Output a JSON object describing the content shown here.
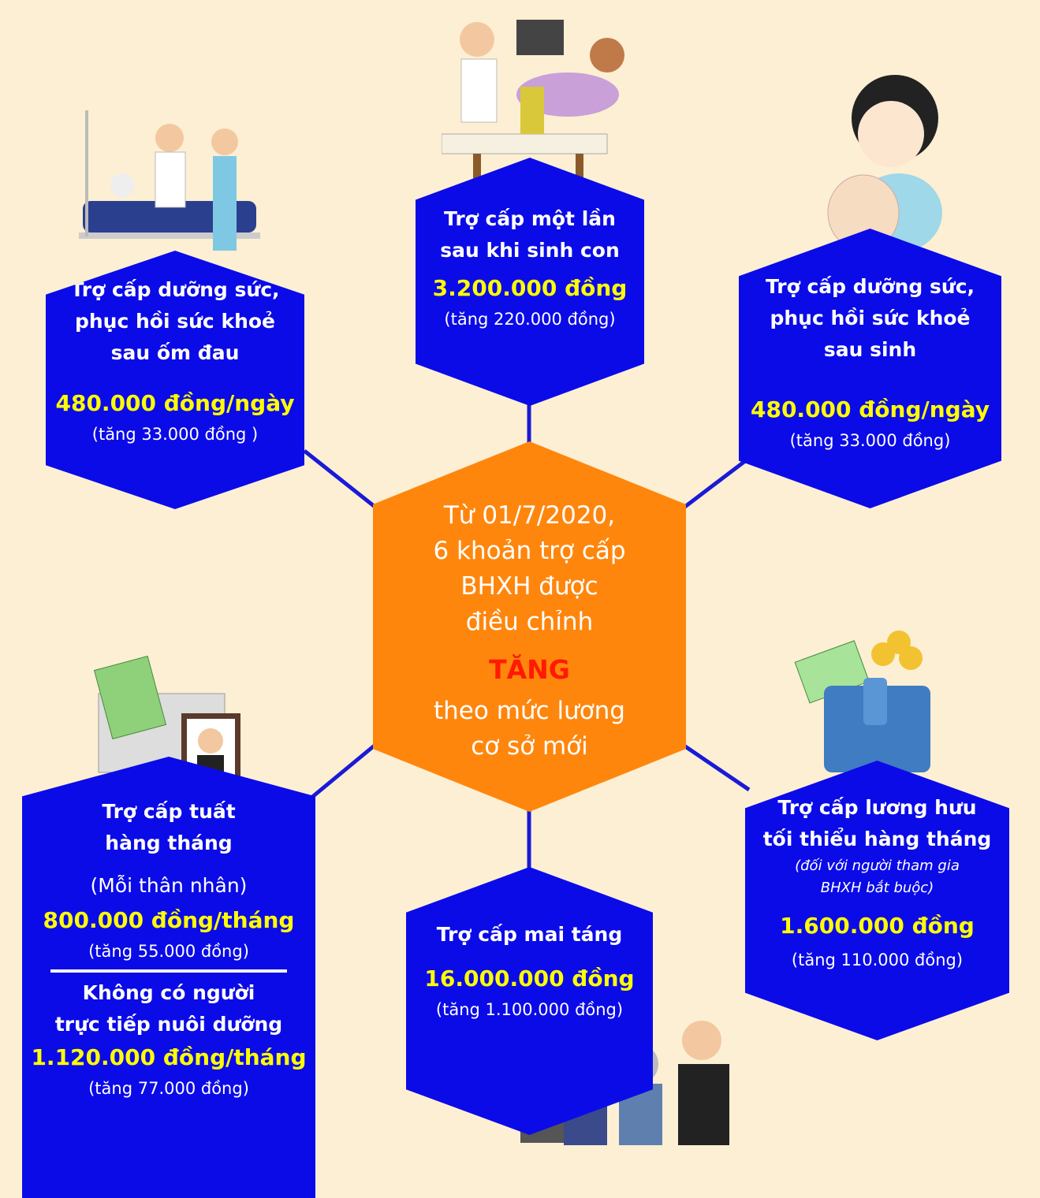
{
  "center": {
    "lines": [
      "Từ 01/7/2020,",
      "6 khoản trợ cấp",
      "BHXH được",
      "điều chỉnh"
    ],
    "highlight": "TĂNG",
    "tail": [
      "theo mức lương",
      "cơ sở mới"
    ]
  },
  "top_left": {
    "title": [
      "Trợ cấp dưỡng sức,",
      "phục hồi sức khoẻ",
      "sau ốm đau"
    ],
    "value": "480.000 đồng/ngày",
    "increase": "(tăng 33.000 đồng )"
  },
  "top": {
    "title": [
      "Trợ cấp một lần",
      "sau khi sinh con"
    ],
    "value": "3.200.000 đồng",
    "increase": "(tăng 220.000 đồng)"
  },
  "top_right": {
    "title": [
      "Trợ cấp dưỡng sức,",
      "phục hồi sức khoẻ",
      "sau sinh"
    ],
    "value": "480.000 đồng/ngày",
    "increase": "(tăng 33.000 đồng)"
  },
  "bottom_left": {
    "title": [
      "Trợ cấp tuất",
      "hàng tháng"
    ],
    "note": "(Mỗi thân nhân)",
    "value": "800.000 đồng/tháng",
    "increase": "(tăng 55.000 đồng)",
    "title2": [
      "Không có người",
      "trực tiếp nuôi dưỡng"
    ],
    "value2": "1.120.000 đồng/tháng",
    "increase2": "(tăng 77.000 đồng)"
  },
  "bottom": {
    "title": "Trợ cấp mai táng",
    "value": "16.000.000 đồng",
    "increase": "(tăng 1.100.000 đồng)"
  },
  "bottom_right": {
    "title": [
      "Trợ cấp lương hưu",
      "tối thiểu hàng tháng"
    ],
    "note": [
      "(đối với người tham gia",
      "BHXH bắt buộc)"
    ],
    "value": "1.600.000 đồng",
    "increase": "(tăng 110.000 đồng)"
  },
  "colors": {
    "background": "#fcefd3",
    "hex": "#0b0be8",
    "center": "#ff860d",
    "value": "#ffff00",
    "highlight": "#ff1a00"
  }
}
